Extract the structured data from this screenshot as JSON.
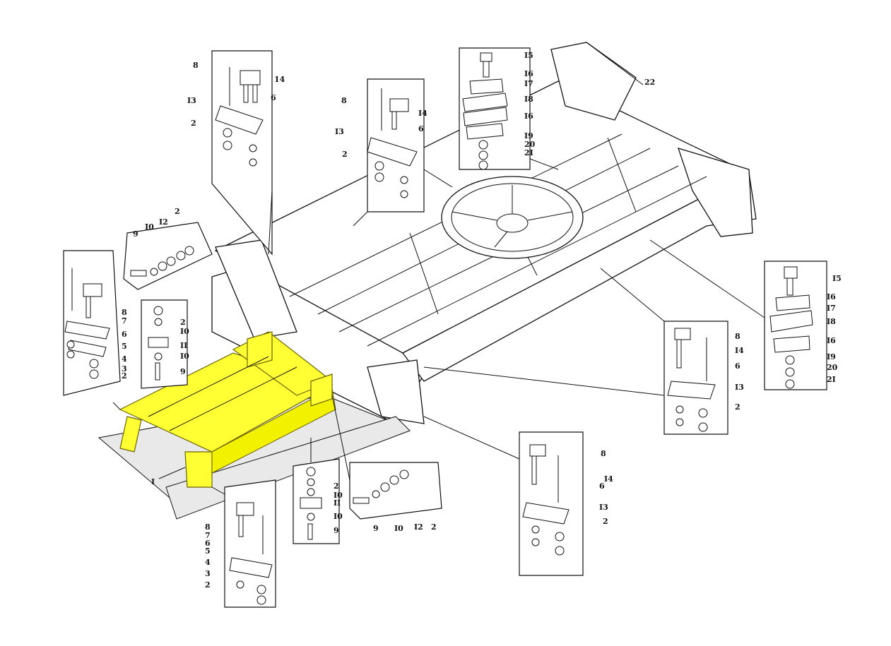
{
  "highlight_color": "#ffff33",
  "callouts": {
    "p1": {
      "a": "8",
      "b": "14",
      "c": "I3",
      "d": "6",
      "e": "2"
    },
    "p2": {
      "a": "8",
      "b": "I4",
      "c": "I3",
      "d": "6",
      "e": "2"
    },
    "p3": {
      "a": "I5",
      "b": "I6",
      "c": "I7",
      "d": "I8",
      "e": "I6",
      "f": "I9",
      "g": "20",
      "h": "2I"
    },
    "p4": {
      "a": "I5",
      "b": "I6",
      "c": "I7",
      "d": "I8",
      "e": "I6",
      "f": "I9",
      "g": "20",
      "h": "2I"
    },
    "p5": {
      "a": "8",
      "b": "I4",
      "c": "6",
      "d": "I3",
      "e": "2"
    },
    "p6": {
      "a": "8",
      "b": "I4",
      "c": "6",
      "d": "I3",
      "e": "2"
    },
    "p7": {
      "a": "8",
      "b": "7",
      "c": "6",
      "d": "5",
      "e": "4",
      "f": "3",
      "g": "2"
    },
    "p8": {
      "a": "8",
      "b": "7",
      "c": "6",
      "d": "5",
      "e": "4",
      "f": "3",
      "g": "2"
    },
    "p9": {
      "a": "2",
      "b": "I0",
      "c": "II",
      "d": "I0",
      "e": "9"
    },
    "p10": {
      "a": "2",
      "b": "I0",
      "c": "II",
      "d": "I0",
      "e": "9"
    },
    "p11": {
      "a": "9",
      "b": "I0",
      "c": "I2",
      "d": "2"
    },
    "p12": {
      "a": "9",
      "b": "I0",
      "c": "I2",
      "d": "2"
    },
    "main": {
      "frame": "22",
      "subframe": "I"
    }
  }
}
